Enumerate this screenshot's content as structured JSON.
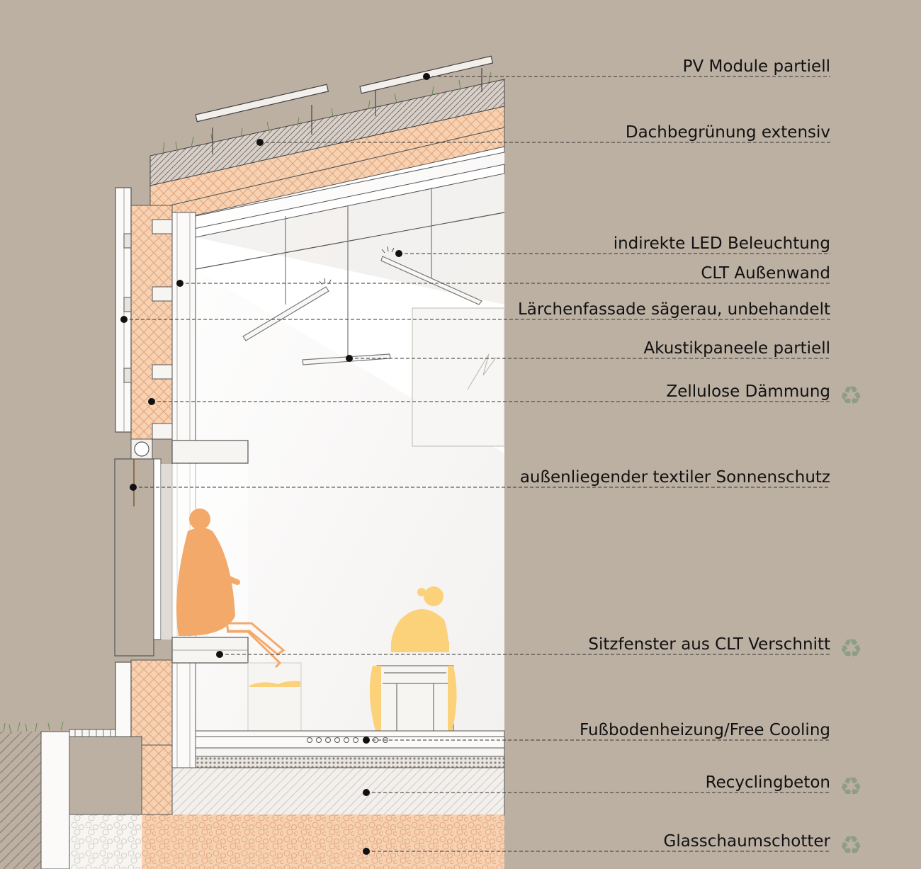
{
  "annotations": [
    {
      "id": "pv-module",
      "text": "PV Module partiell",
      "recycled": false
    },
    {
      "id": "dachbegruenung",
      "text": "Dachbegrünung extensiv",
      "recycled": false
    },
    {
      "id": "led-beleuchtung",
      "text": "indirekte LED Beleuchtung",
      "recycled": false
    },
    {
      "id": "clt-aussenwand",
      "text": "CLT Außenwand",
      "recycled": false
    },
    {
      "id": "laerchenfassade",
      "text": "Lärchenfassade sägerau, unbehandelt",
      "recycled": false
    },
    {
      "id": "akustikpaneele",
      "text": "Akustikpaneele partiell",
      "recycled": false
    },
    {
      "id": "zellulose",
      "text": "Zellulose Dämmung",
      "recycled": true
    },
    {
      "id": "sonnenschutz",
      "text": "außenliegender textiler Sonnenschutz",
      "recycled": false
    },
    {
      "id": "sitzfenster",
      "text": "Sitzfenster aus CLT Verschnitt",
      "recycled": true
    },
    {
      "id": "fussbodenheizung",
      "text": "Fußbodenheizung/Free Cooling",
      "recycled": false
    },
    {
      "id": "recyclingbeton",
      "text": "Recyclingbeton",
      "recycled": true
    },
    {
      "id": "glasschaumschotter",
      "text": "Glasschaumschotter",
      "recycled": true
    }
  ],
  "colors": {
    "background": "#bcb0a3",
    "insulation": "#f6d2b3",
    "insulation_hatch": "#e3a57c",
    "figure_orange": "#f3a96a",
    "figure_yellow": "#fbd27a",
    "recycle_icon": "#8e9d85",
    "line": "#333333"
  },
  "icons": {
    "recycle": "recycle-icon"
  }
}
